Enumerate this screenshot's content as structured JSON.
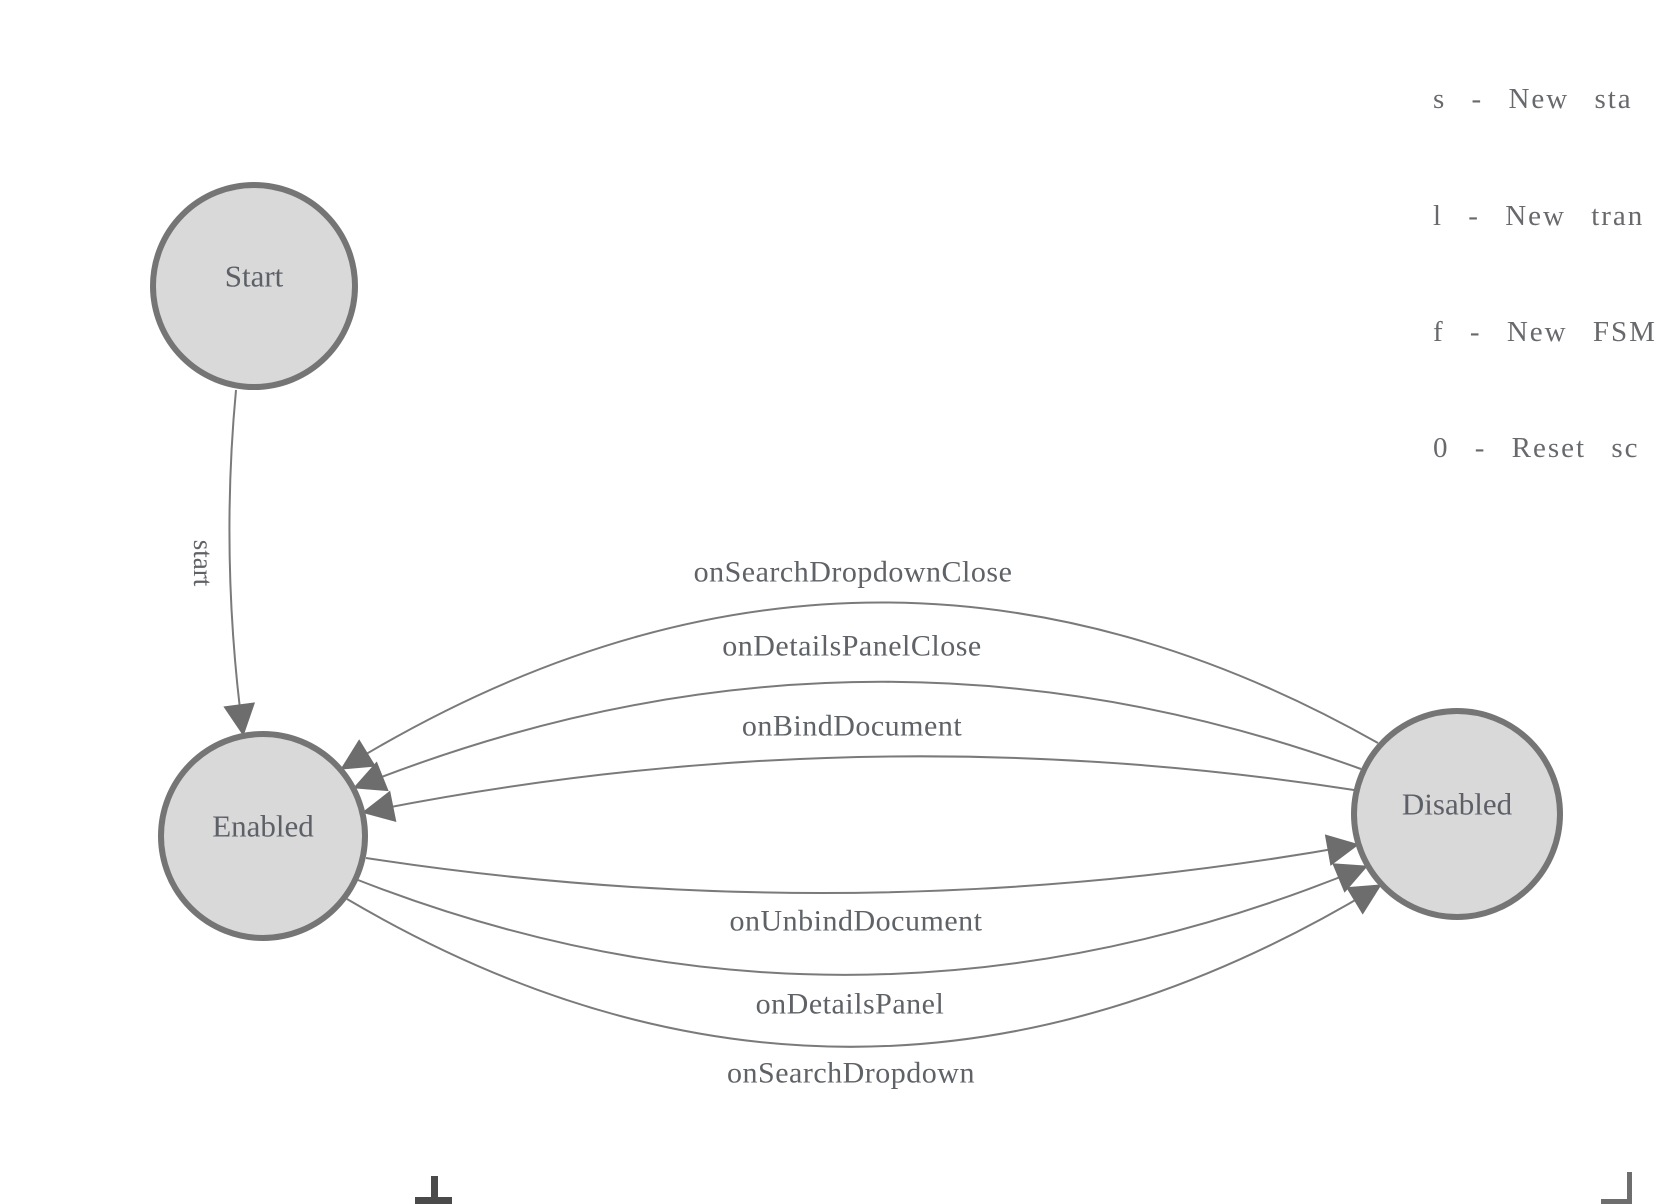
{
  "legend": {
    "lines": [
      "s - New sta",
      "l - New tran",
      "f - New FSM",
      "0 - Reset sc"
    ]
  },
  "diagram": {
    "type": "state-machine",
    "nodes": [
      {
        "id": "start",
        "label": "Start"
      },
      {
        "id": "enabled",
        "label": "Enabled"
      },
      {
        "id": "disabled",
        "label": "Disabled"
      }
    ],
    "edges": [
      {
        "from": "Start",
        "to": "Enabled",
        "label": "start"
      },
      {
        "from": "Disabled",
        "to": "Enabled",
        "label": "onSearchDropdownClose"
      },
      {
        "from": "Disabled",
        "to": "Enabled",
        "label": "onDetailsPanelClose"
      },
      {
        "from": "Disabled",
        "to": "Enabled",
        "label": "onBindDocument"
      },
      {
        "from": "Enabled",
        "to": "Disabled",
        "label": "onUnbindDocument"
      },
      {
        "from": "Enabled",
        "to": "Disabled",
        "label": "onDetailsPanel"
      },
      {
        "from": "Enabled",
        "to": "Disabled",
        "label": "onSearchDropdown"
      }
    ]
  },
  "colors": {
    "node_fill": "#d9d9d9",
    "node_stroke": "#757575",
    "edge_stroke": "#7a7a7a",
    "arrow_fill": "#6d6d6d",
    "label_text": "#5d6167",
    "legend_text": "#67696c"
  }
}
